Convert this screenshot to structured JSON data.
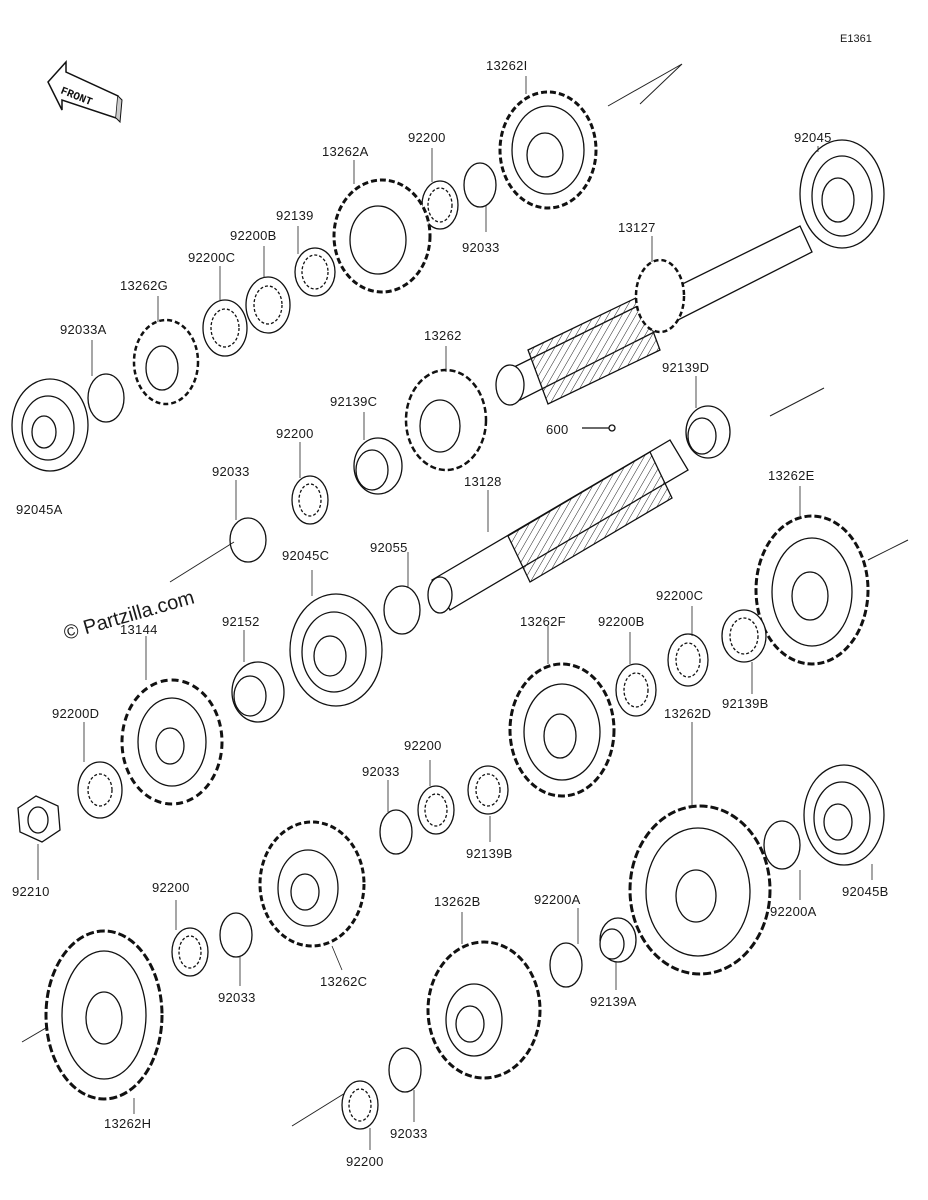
{
  "diagram": {
    "code": "E1361",
    "front_label": "FRONT",
    "watermark": "© Partzilla.com",
    "callouts": [
      "13262I",
      "92045",
      "92200",
      "13262A",
      "92139",
      "92200B",
      "92200C",
      "13262G",
      "92033A",
      "92045A",
      "92033",
      "13127",
      "13262",
      "92139C",
      "92139D",
      "600",
      "92200",
      "92033",
      "13128",
      "92045C",
      "92055",
      "13262E",
      "92200C",
      "92200B",
      "13262F",
      "92152",
      "13144",
      "92139B",
      "92200D",
      "92200",
      "92033",
      "92139B",
      "13262D",
      "92210",
      "92200",
      "92033",
      "13262C",
      "13262B",
      "92200A",
      "92200A",
      "92045B",
      "92139A",
      "13262H",
      "92033",
      "92200"
    ]
  }
}
